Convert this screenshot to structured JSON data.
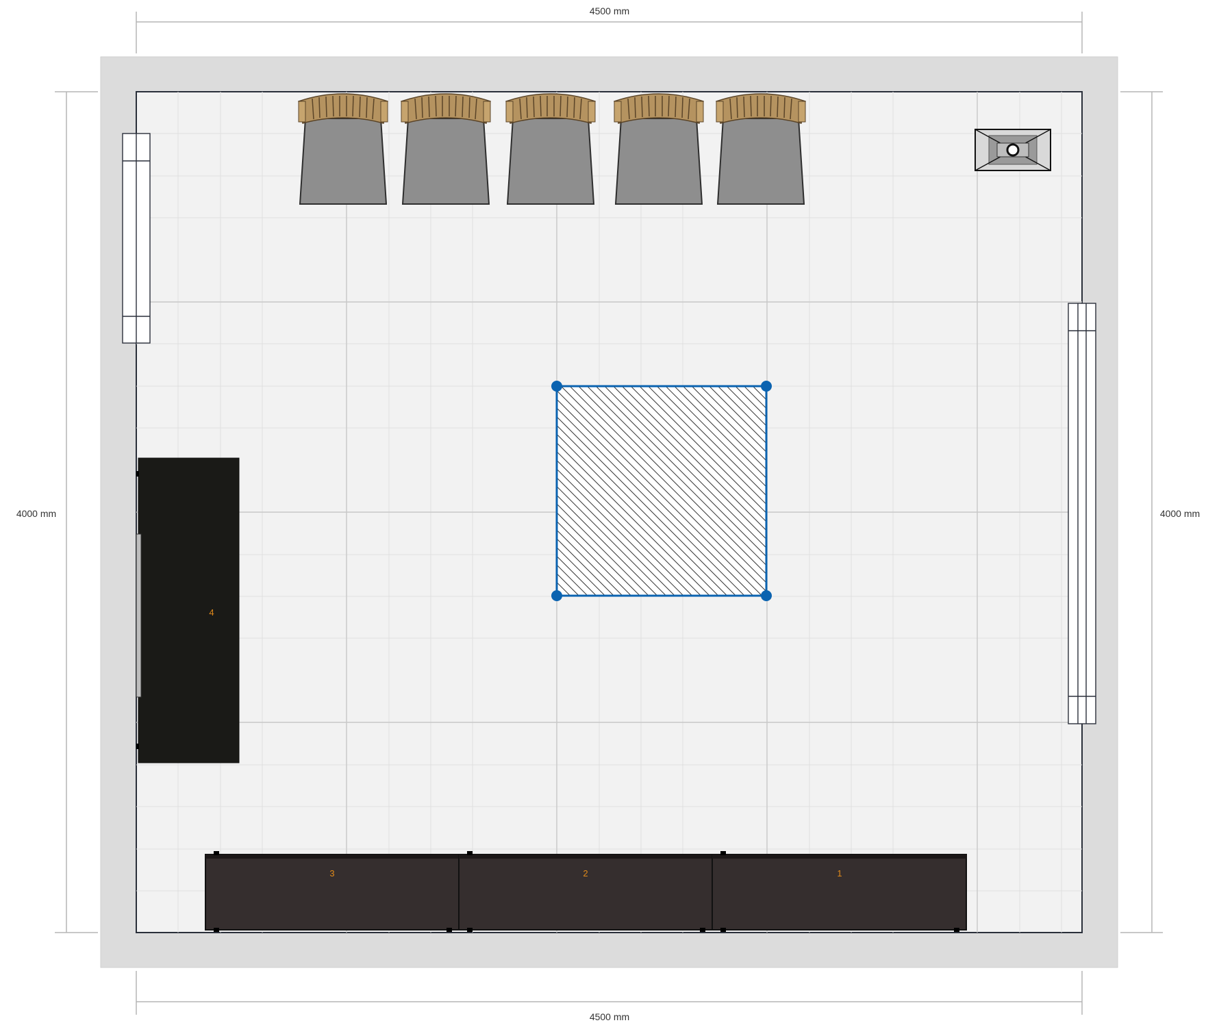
{
  "dimensions": {
    "top": "4500 mm",
    "bottom": "4500 mm",
    "left": "4000 mm",
    "right": "4000 mm"
  },
  "furniture": {
    "chairs": [
      {
        "name": "chair-1-icon"
      },
      {
        "name": "chair-2-icon"
      },
      {
        "name": "chair-3-icon"
      },
      {
        "name": "chair-4-icon"
      },
      {
        "name": "chair-5-icon"
      }
    ],
    "cabinets": [
      {
        "label": "3"
      },
      {
        "label": "2"
      },
      {
        "label": "1"
      }
    ],
    "side_cabinet_label": "4",
    "lamp_icon": "ceiling-lamp-icon",
    "selected_object": "hatched-square-rug"
  },
  "colors": {
    "wall": "#dcdcdc",
    "floor": "#f2f2f2",
    "selection": "#0b63b0",
    "cabinet": "#352e2e",
    "side_cabinet": "#1a1a17",
    "chair_wood": "#b59360",
    "chair_seat": "#8e8e8e",
    "label": "#e08a1a"
  }
}
